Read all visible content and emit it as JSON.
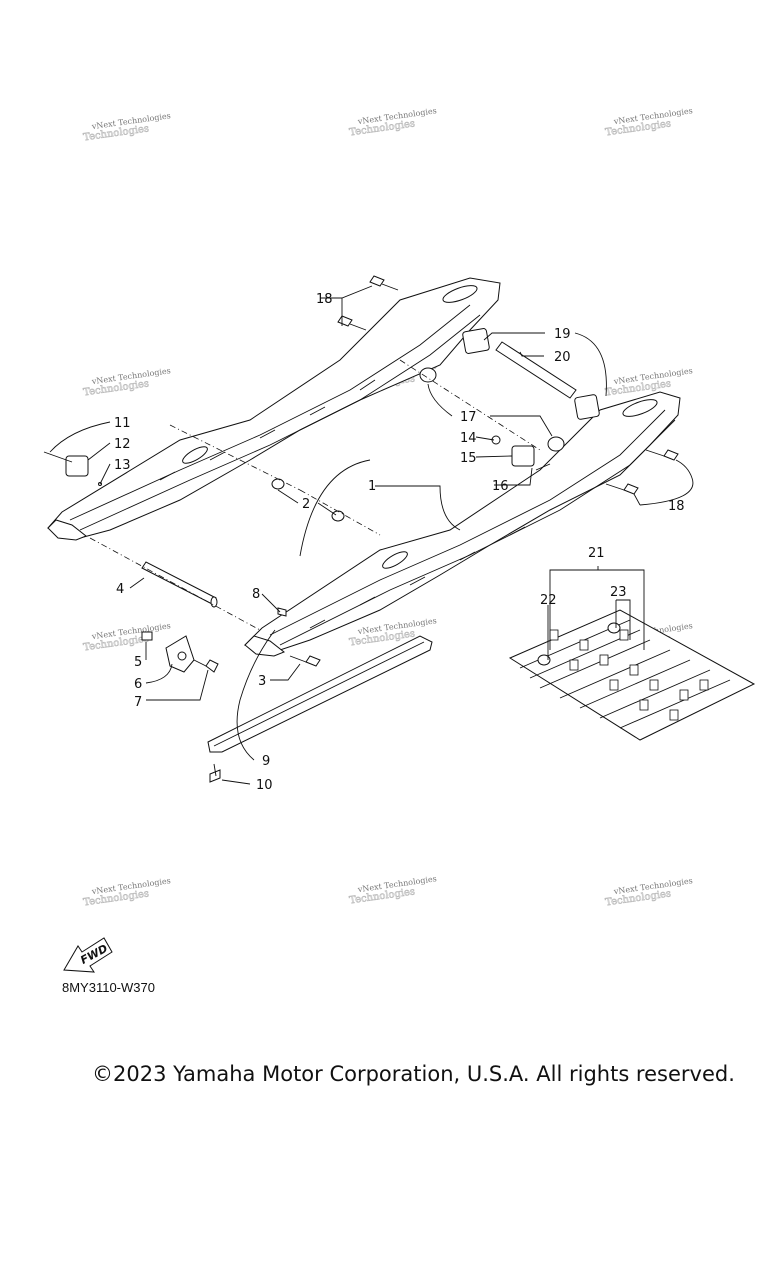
{
  "watermark": {
    "line1": "vNext Technologies",
    "line2": "Technologies"
  },
  "callouts": [
    "1",
    "2",
    "3",
    "4",
    "5",
    "6",
    "7",
    "8",
    "9",
    "10",
    "11",
    "12",
    "13",
    "14",
    "15",
    "16",
    "17",
    "18",
    "19",
    "20",
    "21",
    "22",
    "23"
  ],
  "fwd_label": "FWD",
  "diagram_code": "8MY3110-W370",
  "copyright": "©2023 Yamaha Motor Corporation, U.S.A. All rights reserved."
}
